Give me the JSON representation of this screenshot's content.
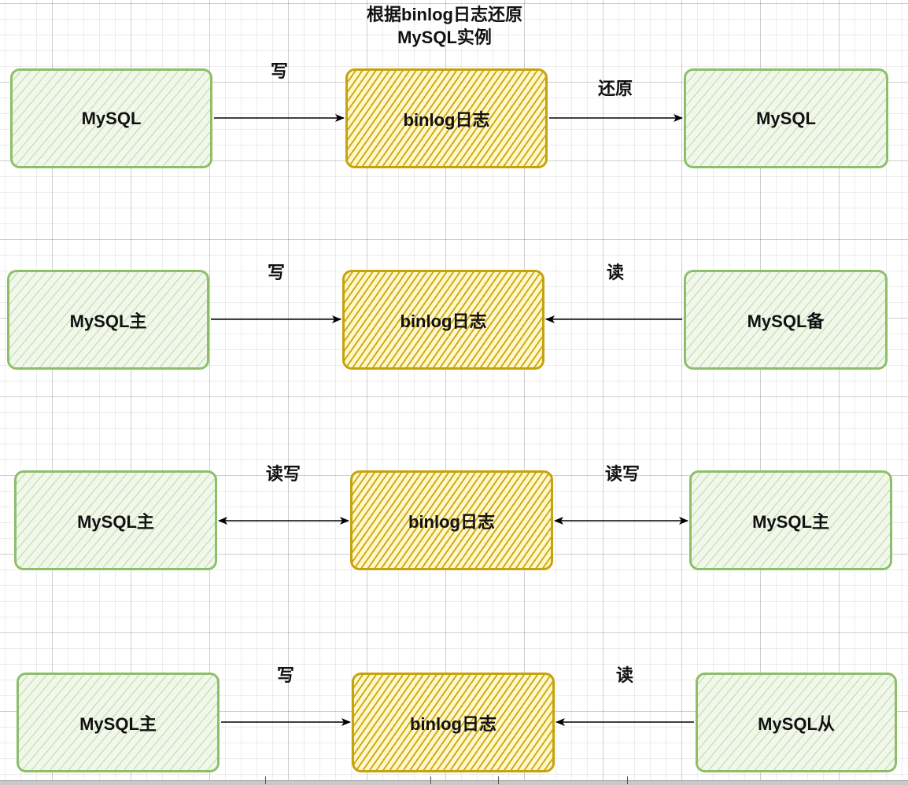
{
  "title": {
    "line1": "根据binlog日志还原",
    "line2": "MySQL实例"
  },
  "rows": [
    {
      "left_box": "MySQL",
      "center_box": "binlog日志",
      "right_box": "MySQL",
      "left_label": "写",
      "right_label": "还原"
    },
    {
      "left_box": "MySQL主",
      "center_box": "binlog日志",
      "right_box": "MySQL备",
      "left_label": "写",
      "right_label": "读"
    },
    {
      "left_box": "MySQL主",
      "center_box": "binlog日志",
      "right_box": "MySQL主",
      "left_label": "读写",
      "right_label": "读写"
    },
    {
      "left_box": "MySQL主",
      "center_box": "binlog日志",
      "right_box": "MySQL从",
      "left_label": "写",
      "right_label": "读"
    }
  ],
  "colors": {
    "mysql_border": "#8dbf6a",
    "binlog_border": "#c6a20d",
    "arrow": "#000000"
  }
}
